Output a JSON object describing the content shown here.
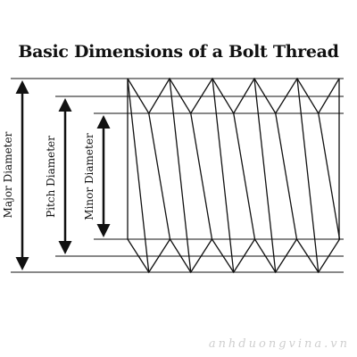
{
  "title": "Basic Dimensions of a Bolt Thread",
  "labels": {
    "major": "Major Diameter",
    "pitch": "Pitch Diameter",
    "minor": "Minor Diameter"
  },
  "watermark": "anhduongvina.vn",
  "thread": {
    "crest_count": 5,
    "root_count": 5
  }
}
